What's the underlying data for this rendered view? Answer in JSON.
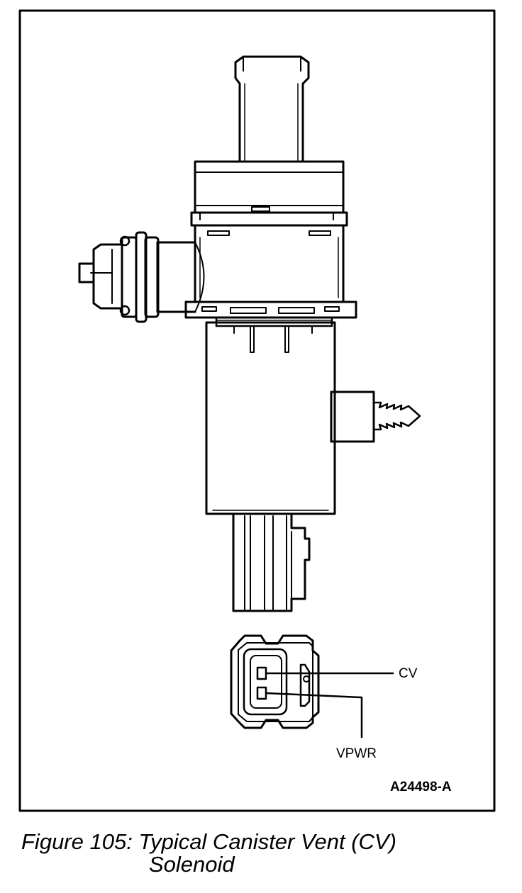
{
  "figure": {
    "pin_labels": {
      "top": "CV",
      "bottom": "VPWR"
    },
    "code": "A24498-A"
  },
  "caption": {
    "line1": "Figure 105: Typical Canister Vent (CV)",
    "line2": "Solenoid"
  }
}
